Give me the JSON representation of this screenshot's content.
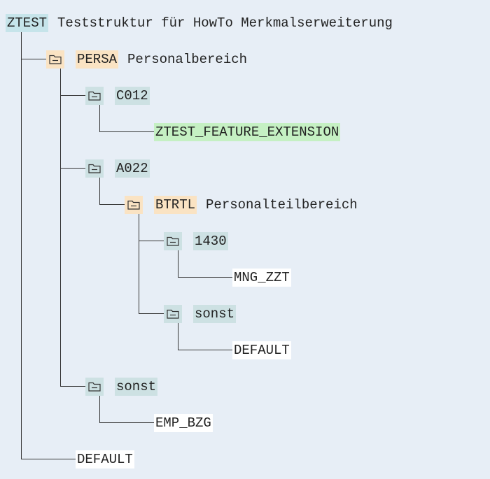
{
  "root": {
    "key": "ZTEST",
    "desc": "Teststruktur für HowTo Merkmalserweiterung"
  },
  "persa": {
    "key": "PERSA",
    "desc": "Personalbereich"
  },
  "c012": {
    "key": "C012"
  },
  "feature": {
    "key": "ZTEST_FEATURE_EXTENSION"
  },
  "a022": {
    "key": "A022"
  },
  "btrtl": {
    "key": "BTRTL",
    "desc": "Personalteilbereich"
  },
  "n1430": {
    "key": "1430"
  },
  "mng": {
    "key": "MNG_ZZT"
  },
  "sonst_inner": {
    "key": "sonst"
  },
  "default_inner": {
    "key": "DEFAULT"
  },
  "sonst_outer": {
    "key": "sonst"
  },
  "emp": {
    "key": "EMP_BZG"
  },
  "default_root": {
    "key": "DEFAULT"
  },
  "icons": {
    "folder": "folder-icon"
  },
  "colors": {
    "background": "#e7eef6",
    "root_highlight": "#c6e4ea",
    "feature_node": "#fae3c3",
    "value_node": "#cde1e3",
    "result_highlight": "#c5f0c3",
    "leaf_value": "#ffffff"
  }
}
